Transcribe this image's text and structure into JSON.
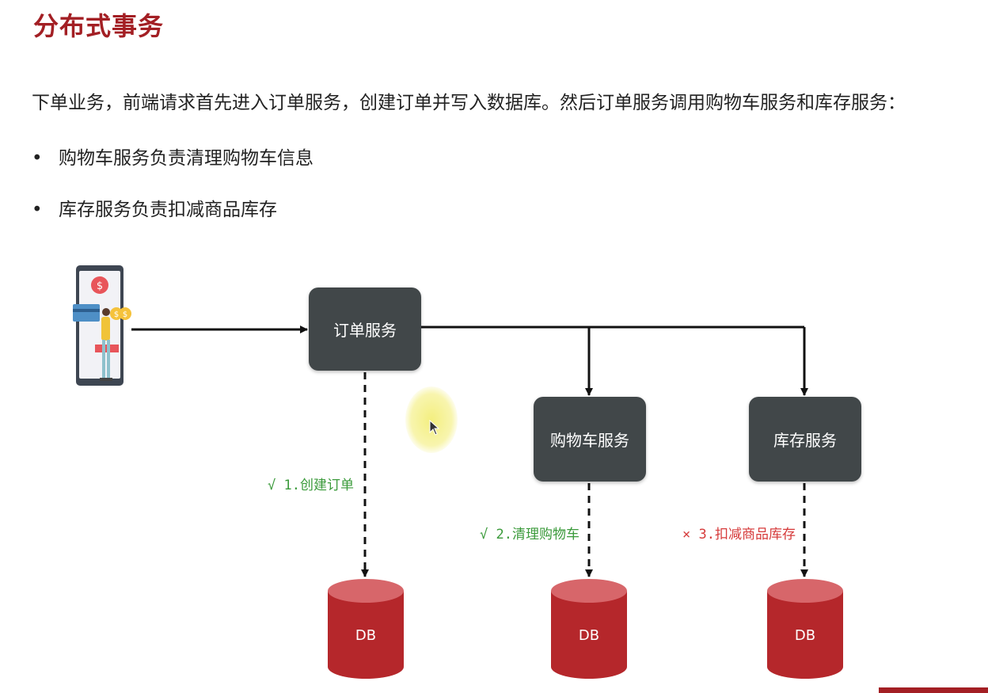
{
  "title": "分布式事务",
  "intro": "下单业务，前端请求首先进入订单服务，创建订单并写入数据库。然后订单服务调用购物车服务和库存服务：",
  "bullets": [
    "购物车服务负责清理购物车信息",
    "库存服务负责扣减商品库存"
  ],
  "services": {
    "order": "订单服务",
    "cart": "购物车服务",
    "stock": "库存服务"
  },
  "steps": [
    {
      "text": "√ 1.创建订单",
      "status": "success"
    },
    {
      "text": "√ 2.清理购物车",
      "status": "success"
    },
    {
      "text": "× 3.扣减商品库存",
      "status": "failed"
    }
  ],
  "db_label": "DB",
  "colors": {
    "title": "#a31f24",
    "service_box": "#414749",
    "success": "#3a9a3a",
    "fail": "#d63b3b",
    "db": "#b5272b"
  },
  "icons": {
    "client": "mobile-payment-user-icon",
    "cursor": "mouse-pointer-icon"
  }
}
